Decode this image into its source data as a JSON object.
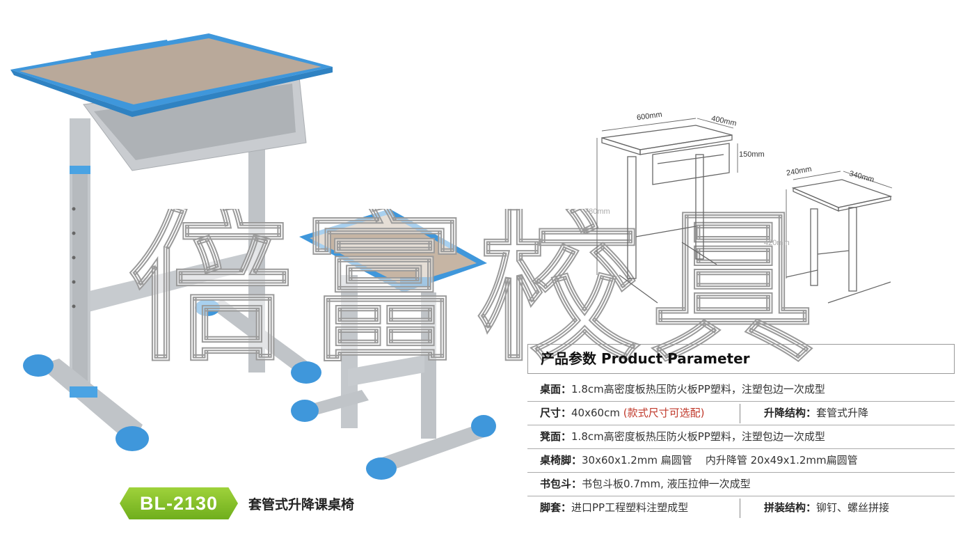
{
  "diagram": {
    "desk_width": "600mm",
    "desk_depth": "400mm",
    "drawer_height": "150mm",
    "desk_height": "780mm",
    "stool_width": "240mm",
    "stool_depth": "340mm",
    "stool_height": "420mm"
  },
  "watermark": {
    "text": "倍富校具"
  },
  "product": {
    "model": "BL-2130",
    "name": "套管式升降课桌椅"
  },
  "params": {
    "title": "产品参数 Product Parameter",
    "desk_top_label": "桌面：",
    "desk_top_value": "1.8cm高密度板热压防火板PP塑料，注塑包边一次成型",
    "size_label": "尺寸：",
    "size_value": "40x60cm",
    "size_note": "(款式尺寸可选配)",
    "lift_label": "升降结构：",
    "lift_value": "套管式升降",
    "stool_top_label": "凳面：",
    "stool_top_value": "1.8cm高密度板热压防火板PP塑料，注塑包边一次成型",
    "legs_label": "桌椅脚：",
    "legs_value": "30x60x1.2mm 扁圆管    内升降管 20x49x1.2mm扁圆管",
    "bag_label": "书包斗：",
    "bag_value": "书包斗板0.7mm, 液压拉伸一次成型",
    "foot_label": "脚套：",
    "foot_value": "进口PP工程塑料注塑成型",
    "assembly_label": "拼装结构：",
    "assembly_value": "铆钉、螺丝拼接"
  }
}
